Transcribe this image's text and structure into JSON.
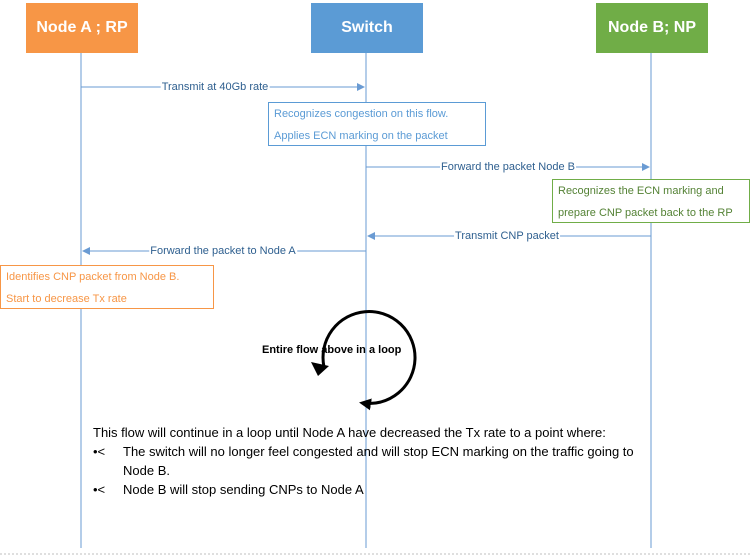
{
  "actors": {
    "node_a": "Node A ; RP",
    "switch": "Switch",
    "node_b": "Node B; NP"
  },
  "colors": {
    "node_a": "#f79646",
    "switch": "#5b9bd5",
    "node_b": "#70ad47",
    "lifeline": "#6a9bd3",
    "message_text": "#2e5f8f"
  },
  "messages": {
    "m1": "Transmit at 40Gb rate",
    "m2": "Forward the packet Node B",
    "m3": "Transmit CNP packet",
    "m4": "Forward the packet to Node A"
  },
  "notes": {
    "switch_note": [
      "Recognizes congestion on this flow.",
      "Applies ECN marking on the packet"
    ],
    "node_b_note": [
      "Recognizes the ECN marking and",
      "prepare CNP packet back to the RP"
    ],
    "node_a_note": [
      "Identifies CNP packet from Node B.",
      "Start to decrease Tx rate"
    ]
  },
  "loop": {
    "label": "Entire flow above in a loop",
    "icon": "circular-arrow-icon"
  },
  "summary": {
    "intro": "This flow will continue in a loop until Node A have decreased the Tx rate to a point where:",
    "bullet_marker": "•<",
    "bullets": [
      "The switch will no longer feel congested and will stop ECN marking on the traffic going to Node B.",
      "Node B will stop sending CNPs to Node A"
    ]
  }
}
